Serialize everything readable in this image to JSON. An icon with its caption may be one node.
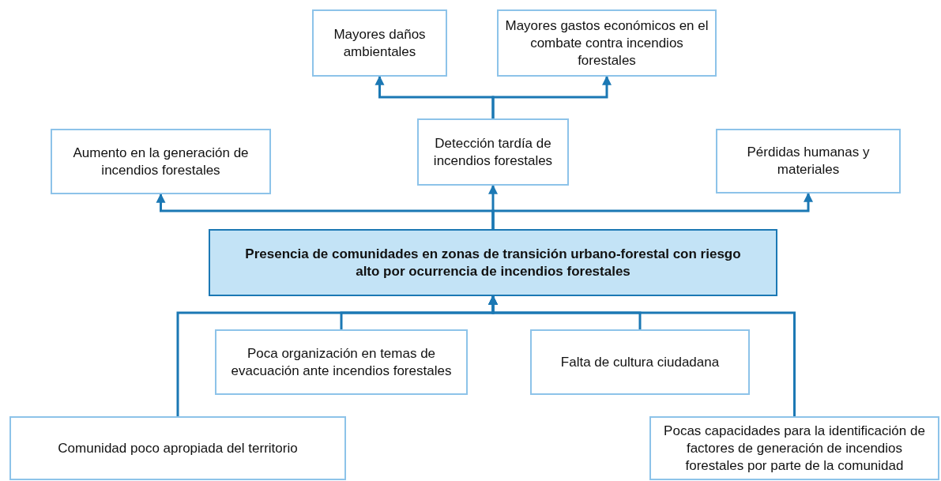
{
  "diagram": {
    "nodes": [
      {
        "text": [
          "Mayores daños ambientales"
        ]
      },
      {
        "text": [
          "Mayores gastos económicos en el combate contra incendios forestales"
        ]
      },
      {
        "text": [
          "Aumento en la generación de incendios forestales"
        ]
      },
      {
        "text": [
          "Detección tardía de incendios forestales"
        ]
      },
      {
        "text": [
          "Pérdidas humanas y materiales"
        ]
      },
      {
        "text": [
          "Presencia de comunidades en zonas de transición urbano-forestal  con riesgo alto por ocurrencia de incendios forestales"
        ]
      },
      {
        "text": [
          "Poca organización en temas de evacuación ante incendios forestales"
        ]
      },
      {
        "text": [
          "Falta de cultura ciudadana"
        ]
      },
      {
        "text": [
          "Comunidad poco apropiada del territorio"
        ]
      },
      {
        "text": [
          "Pocas capacidades para la identificación de factores de generación de incendios forestales por parte de la comunidad"
        ]
      }
    ],
    "edges": [
      {
        "from": 3,
        "to": 0,
        "arrow": "to"
      },
      {
        "from": 3,
        "to": 1,
        "arrow": "to"
      },
      {
        "from": 5,
        "to": 2,
        "arrow": "to"
      },
      {
        "from": 5,
        "to": 3,
        "arrow": "to"
      },
      {
        "from": 5,
        "to": 4,
        "arrow": "to"
      },
      {
        "from": 6,
        "to": 5,
        "arrow": "to"
      },
      {
        "from": 7,
        "to": 5,
        "arrow": "to"
      },
      {
        "from": 8,
        "to": 5,
        "arrow": "to"
      },
      {
        "from": 9,
        "to": 5,
        "arrow": "to"
      }
    ]
  }
}
